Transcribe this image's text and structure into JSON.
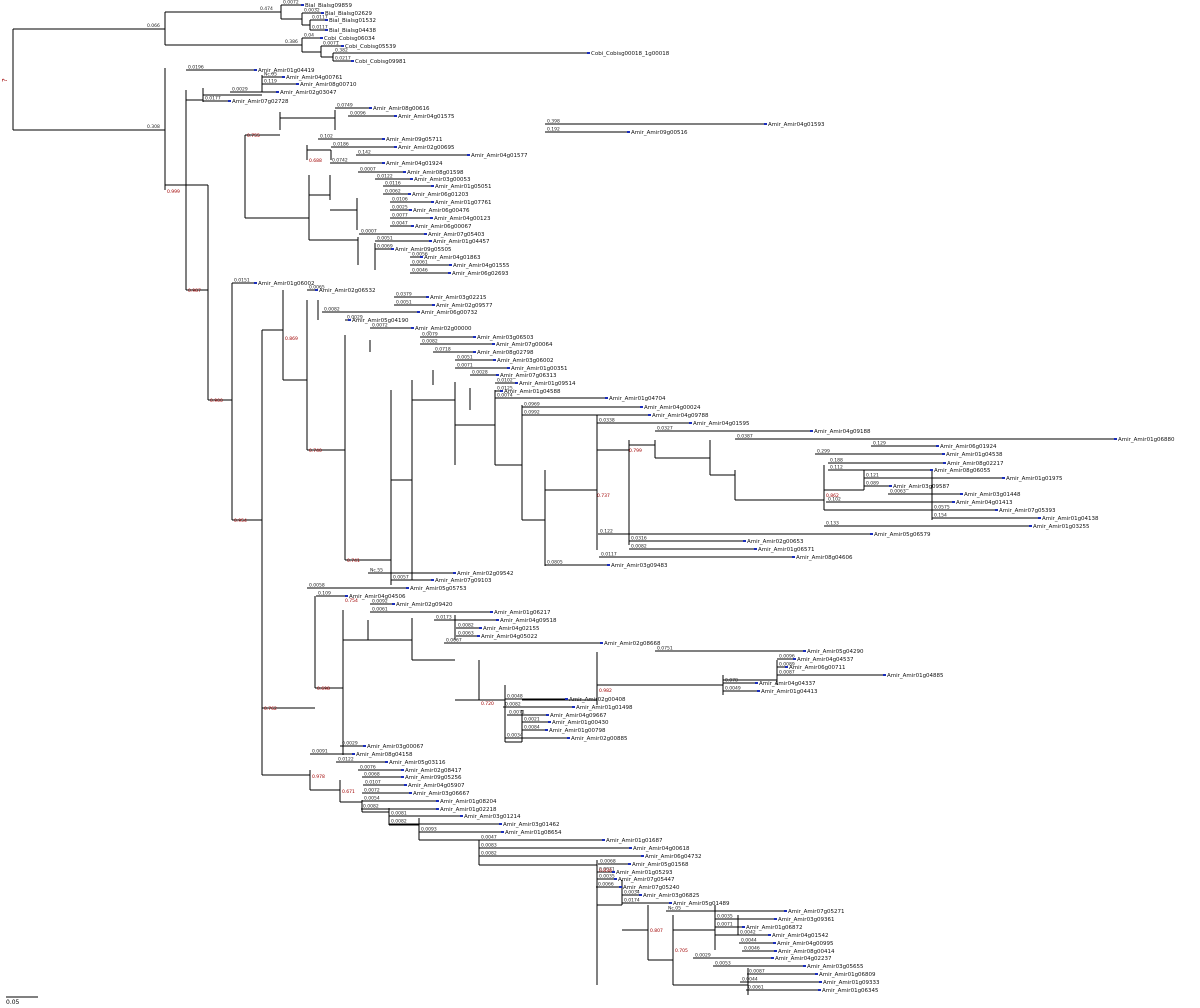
{
  "colors": {
    "branch": "#000000",
    "bootstrap": "#a00000",
    "tip_marker": "#1a2dbb",
    "label": "#111111"
  },
  "tree": {
    "root_label": "?",
    "scale_bar_label": "0.05",
    "outgroup": {
      "label": "0.066",
      "clades": [
        {
          "label": "0.474",
          "children": [
            {
              "leaf": "Bial_Bialsg09859",
              "bl": "0.0072"
            },
            {
              "label": "0.0111",
              "children": [
                {
                  "leaf": "Bial_Bialsg02629",
                  "bl": "0.0032"
                },
                {
                  "label": "0.0031",
                  "children": [
                    {
                      "leaf": "Bial_Bialsg01532",
                      "bl": "0.0117"
                    },
                    {
                      "leaf": "Bial_Bialsg04438",
                      "bl": "0.0117"
                    }
                  ]
                }
              ]
            }
          ]
        },
        {
          "label": "0.386",
          "children": [
            {
              "leaf": "Cobi_Cobisg06034",
              "bl": "0.04"
            },
            {
              "label": "0.0027",
              "children": [
                {
                  "leaf": "Cobi_Cobisg05539",
                  "bl": "0.0071"
                },
                {
                  "label": "0.0029",
                  "children": [
                    {
                      "leaf": "Cobi_Cobisg00018_1g00018",
                      "bl": "0.382"
                    },
                    {
                      "leaf": "Cobi_Cobisg09981",
                      "bl": "0.0217"
                    }
                  ]
                }
              ]
            }
          ]
        }
      ]
    },
    "ingroup": {
      "label": "0.308",
      "leaves": [
        {
          "name": "Amir_Amir01g04419",
          "bl": "0.0196"
        },
        {
          "name": "Amir_Amir04g00761",
          "bl": "Nc.05"
        },
        {
          "name": "Amir_Amir08g00710",
          "bl": "0.119"
        },
        {
          "name": "Amir_Amir02g03047",
          "bl": "0.0029"
        },
        {
          "name": "Amir_Amir07g02728",
          "bl": "0.0177"
        },
        {
          "name": "Amir_Amir08g00616",
          "bl": "0.0749"
        },
        {
          "name": "Amir_Amir04g01575",
          "bl": "0.0096"
        },
        {
          "name": "Amir_Amir04g01593",
          "bl": "0.398"
        },
        {
          "name": "Amir_Amir09g00516",
          "bl": "0.192"
        },
        {
          "name": "Amir_Amir09g05711",
          "bl": "0.102"
        },
        {
          "name": "Amir_Amir02g00695",
          "bl": "0.0186"
        },
        {
          "name": "Amir_Amir04g01577",
          "bl": "0.142"
        },
        {
          "name": "Amir_Amir04g01924",
          "bl": "0.0742"
        },
        {
          "name": "Amir_Amir08g01598",
          "bl": "0.0007"
        },
        {
          "name": "Amir_Amir03g00053",
          "bl": "0.0122"
        },
        {
          "name": "Amir_Amir01g05051",
          "bl": "0.0116"
        },
        {
          "name": "Amir_Amir06g01203",
          "bl": "0.0062"
        },
        {
          "name": "Amir_Amir01g07761",
          "bl": "0.0106"
        },
        {
          "name": "Amir_Amir06g00476",
          "bl": "0.0025"
        },
        {
          "name": "Amir_Amir04g00123",
          "bl": "0.0077"
        },
        {
          "name": "Amir_Amir06g00067",
          "bl": "0.0047"
        },
        {
          "name": "Amir_Amir07g05403",
          "bl": "0.0007"
        },
        {
          "name": "Amir_Amir01g04457",
          "bl": "0.0051"
        },
        {
          "name": "Amir_Amir09g05505",
          "bl": "0.0069"
        },
        {
          "name": "Amir_Amir04g01863",
          "bl": "0.0056"
        },
        {
          "name": "Amir_Amir04g01555",
          "bl": "0.0061"
        },
        {
          "name": "Amir_Amir06g02693",
          "bl": "0.0046"
        },
        {
          "name": "Amir_Amir01g06002",
          "bl": "0.0151"
        },
        {
          "name": "Amir_Amir02g06532",
          "bl": "0.0065"
        },
        {
          "name": "Amir_Amir03g02215",
          "bl": "0.0379"
        },
        {
          "name": "Amir_Amir02g09577",
          "bl": "0.0051"
        },
        {
          "name": "Amir_Amir06g00732",
          "bl": "0.0082"
        },
        {
          "name": "Amir_Amir05g04190",
          "bl": "0.0029"
        },
        {
          "name": "Amir_Amir02g00000",
          "bl": "0.0072"
        },
        {
          "name": "Amir_Amir03g06503",
          "bl": "0.0079"
        },
        {
          "name": "Amir_Amir07g00064",
          "bl": "0.0082"
        },
        {
          "name": "Amir_Amir08g02798",
          "bl": "0.0718"
        },
        {
          "name": "Amir_Amir03g06002",
          "bl": "0.0051"
        },
        {
          "name": "Amir_Amir01g00351",
          "bl": "0.0071"
        },
        {
          "name": "Amir_Amir07g06313",
          "bl": "0.0028"
        },
        {
          "name": "Amir_Amir01g09514",
          "bl": "0.0102"
        },
        {
          "name": "Amir_Amir01g04588",
          "bl": "0.0125"
        },
        {
          "name": "Amir_Amir01g04704",
          "bl": "0.0074"
        },
        {
          "name": "Amir_Amir04g00024",
          "bl": "0.0969"
        },
        {
          "name": "Amir_Amir04g09788",
          "bl": "0.0992"
        },
        {
          "name": "Amir_Amir04g01595",
          "bl": "0.0338"
        },
        {
          "name": "Amir_Amir04g09188",
          "bl": "0.0327"
        },
        {
          "name": "Amir_Amir01g06880",
          "bl": "0.0387"
        },
        {
          "name": "Amir_Amir06g01924",
          "bl": "0.129"
        },
        {
          "name": "Amir_Amir01g04538",
          "bl": "0.299"
        },
        {
          "name": "Amir_Amir08g02217",
          "bl": "0.188"
        },
        {
          "name": "Amir_Amir08g06055",
          "bl": "0.112"
        },
        {
          "name": "Amir_Amir01g01975",
          "bl": "0.121"
        },
        {
          "name": "Amir_Amir03g09587",
          "bl": "0.089"
        },
        {
          "name": "Amir_Amir03g01448",
          "bl": "0.0063"
        },
        {
          "name": "Amir_Amir04g01413",
          "bl": "0.102"
        },
        {
          "name": "Amir_Amir07g05393",
          "bl": "0.0575"
        },
        {
          "name": "Amir_Amir01g04138",
          "bl": "0.154"
        },
        {
          "name": "Amir_Amir01g03255",
          "bl": "0.133"
        },
        {
          "name": "Amir_Amir05g06579",
          "bl": "0.122"
        },
        {
          "name": "Amir_Amir02g00653",
          "bl": "0.0316"
        },
        {
          "name": "Amir_Amir01g06571",
          "bl": "0.0082"
        },
        {
          "name": "Amir_Amir08g04606",
          "bl": "0.0117"
        },
        {
          "name": "Amir_Amir03g09483",
          "bl": "0.0805"
        },
        {
          "name": "Amir_Amir02g09542",
          "bl": "Nc.55"
        },
        {
          "name": "Amir_Amir07g09103",
          "bl": "0.0057"
        },
        {
          "name": "Amir_Amir05g05753",
          "bl": "0.0058"
        },
        {
          "name": "Amir_Amir04g04506",
          "bl": "0.109"
        },
        {
          "name": "Amir_Amir02g09420",
          "bl": "0.0092"
        },
        {
          "name": "Amir_Amir01g06217",
          "bl": "0.0061"
        },
        {
          "name": "Amir_Amir04g09518",
          "bl": "0.0173"
        },
        {
          "name": "Amir_Amir04g02155",
          "bl": "0.0082"
        },
        {
          "name": "Amir_Amir04g05022",
          "bl": "0.0063"
        },
        {
          "name": "Amir_Amir02g08668",
          "bl": "0.0067"
        },
        {
          "name": "Amir_Amir05g04290",
          "bl": "0.0751"
        },
        {
          "name": "Amir_Amir04g04537",
          "bl": "0.0096"
        },
        {
          "name": "Amir_Amir06g00711",
          "bl": "0.0089"
        },
        {
          "name": "Amir_Amir01g04885",
          "bl": "0.0087"
        },
        {
          "name": "Amir_Amir04g04337",
          "bl": "0.078"
        },
        {
          "name": "Amir_Amir01g04413",
          "bl": "0.0049"
        },
        {
          "name": "Amir_Amir02g00408",
          "bl": "0.0048"
        },
        {
          "name": "Amir_Amir01g01498",
          "bl": "0.0082"
        },
        {
          "name": "Amir_Amir04g09667",
          "bl": "0.0071"
        },
        {
          "name": "Amir_Amir01g00430",
          "bl": "0.0021"
        },
        {
          "name": "Amir_Amir01g00798",
          "bl": "0.0084"
        },
        {
          "name": "Amir_Amir02g00885",
          "bl": "0.0034"
        },
        {
          "name": "Amir_Amir03g00067",
          "bl": "0.0029"
        },
        {
          "name": "Amir_Amir08g04158",
          "bl": "0.0091"
        },
        {
          "name": "Amir_Amir05g03116",
          "bl": "0.0122"
        },
        {
          "name": "Amir_Amir02g08417",
          "bl": "0.0076"
        },
        {
          "name": "Amir_Amir09g05256",
          "bl": "0.0068"
        },
        {
          "name": "Amir_Amir04g05907",
          "bl": "0.0107"
        },
        {
          "name": "Amir_Amir03g06667",
          "bl": "0.0072"
        },
        {
          "name": "Amir_Amir01g08204",
          "bl": "0.0054"
        },
        {
          "name": "Amir_Amir01g02218",
          "bl": "0.0082"
        },
        {
          "name": "Amir_Amir03g01214",
          "bl": "0.0081"
        },
        {
          "name": "Amir_Amir03g01462",
          "bl": "0.0082"
        },
        {
          "name": "Amir_Amir01g08654",
          "bl": "0.0093"
        },
        {
          "name": "Amir_Amir01g01687",
          "bl": "0.0047"
        },
        {
          "name": "Amir_Amir04g00618",
          "bl": "0.0083"
        },
        {
          "name": "Amir_Amir06g04732",
          "bl": "0.0082"
        },
        {
          "name": "Amir_Amir05g01568",
          "bl": "0.0068"
        },
        {
          "name": "Amir_Amir01g05293",
          "bl": "0.0071"
        },
        {
          "name": "Amir_Amir07g05447",
          "bl": "0.0035"
        },
        {
          "name": "Amir_Amir07g05240",
          "bl": "0.0066"
        },
        {
          "name": "Amir_Amir03g06825",
          "bl": "0.0034"
        },
        {
          "name": "Amir_Amir05g01489",
          "bl": "0.0174"
        },
        {
          "name": "Amir_Amir07g05271",
          "bl": "Nc.05"
        },
        {
          "name": "Amir_Amir03g09361",
          "bl": "0.0035"
        },
        {
          "name": "Amir_Amir01g06872",
          "bl": "0.0071"
        },
        {
          "name": "Amir_Amir04g01542",
          "bl": "0.0042"
        },
        {
          "name": "Amir_Amir04g00995",
          "bl": "0.0044"
        },
        {
          "name": "Amir_Amir08g00414",
          "bl": "0.0046"
        },
        {
          "name": "Amir_Amir04g02237",
          "bl": "0.0029"
        },
        {
          "name": "Amir_Amir03g05655",
          "bl": "0.0053"
        },
        {
          "name": "Amir_Amir01g06809",
          "bl": "0.0087"
        },
        {
          "name": "Amir_Amir01g09333",
          "bl": "0.0044"
        },
        {
          "name": "Amir_Amir01g06345",
          "bl": "0.0061"
        }
      ]
    }
  }
}
